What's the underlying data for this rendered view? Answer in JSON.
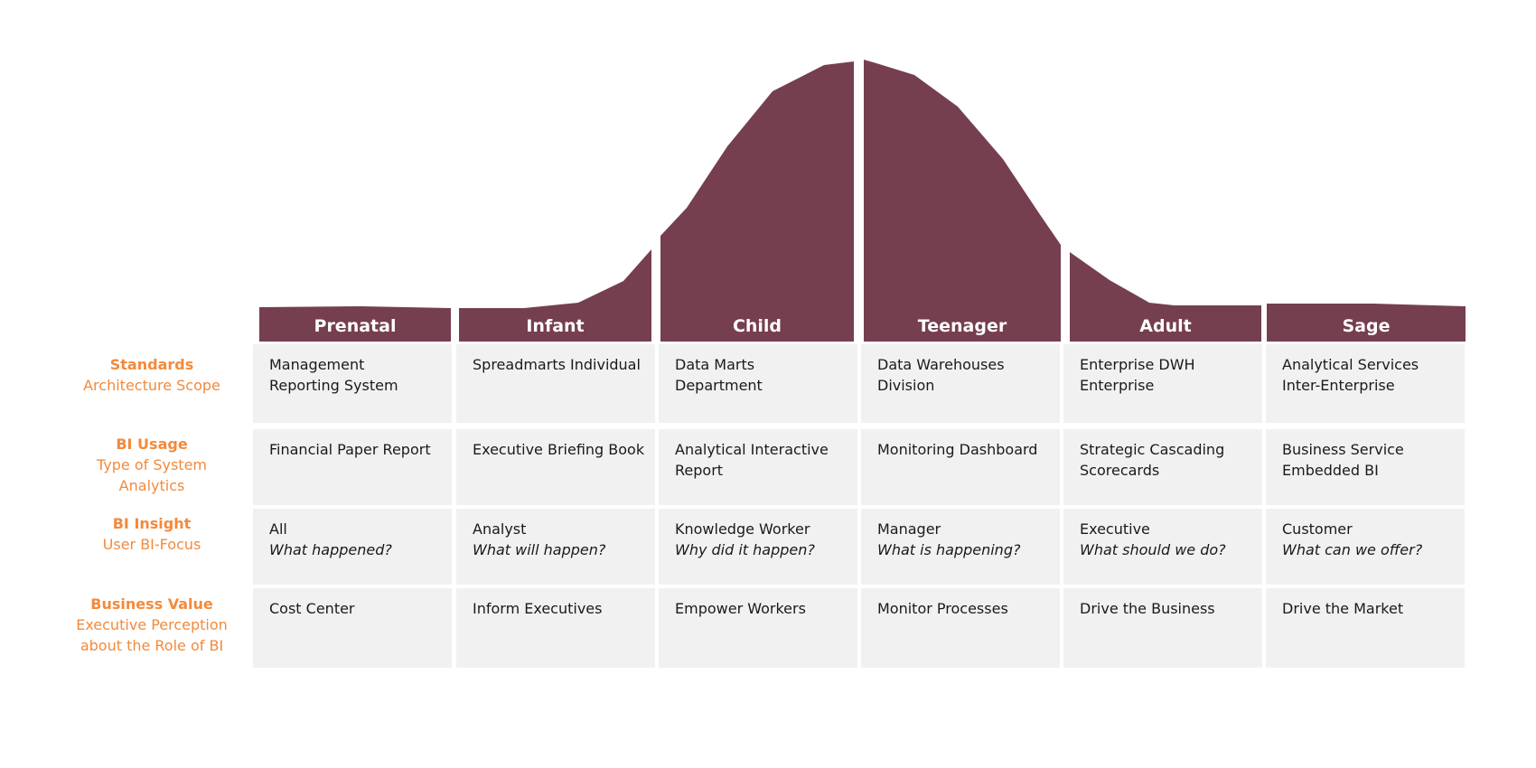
{
  "colors": {
    "curve": "#753f4f",
    "label": "#f28a3c",
    "cell_bg": "#f1f1f1",
    "text": "#1a1a1a"
  },
  "stages": [
    "Prenatal",
    "Infant",
    "Child",
    "Teenager",
    "Adult",
    "Sage"
  ],
  "rows": [
    {
      "title": "Standards",
      "subtitle": "Architecture Scope",
      "cells": [
        [
          "Management",
          "Reporting System"
        ],
        [
          "Spreadmarts Individual"
        ],
        [
          "Data Marts",
          "Department"
        ],
        [
          "Data Warehouses",
          "Division"
        ],
        [
          "Enterprise DWH",
          "Enterprise"
        ],
        [
          "Analytical Services",
          "Inter-Enterprise"
        ]
      ]
    },
    {
      "title": "BI Usage",
      "subtitle": "Type of System Analytics",
      "cells": [
        [
          "Financial Paper Report"
        ],
        [
          "Executive Briefing Book"
        ],
        [
          "Analytical Interactive",
          "Report"
        ],
        [
          "Monitoring Dashboard"
        ],
        [
          "Strategic Cascading",
          "Scorecards"
        ],
        [
          "Business Service",
          "Embedded BI"
        ]
      ]
    },
    {
      "title": "BI Insight",
      "subtitle": "User BI-Focus",
      "cells": [
        [
          "All",
          "What happened?"
        ],
        [
          "Analyst",
          "What will happen?"
        ],
        [
          "Knowledge Worker",
          "Why did it happen?"
        ],
        [
          "Manager",
          "What is happening?"
        ],
        [
          "Executive",
          "What should we do?"
        ],
        [
          "Customer",
          "What can we offer?"
        ]
      ]
    },
    {
      "title": "Business Value",
      "subtitle": "Executive Perception about the Role of BI",
      "cells": [
        [
          "Cost Center"
        ],
        [
          "Inform Executives"
        ],
        [
          "Empower Workers"
        ],
        [
          "Monitor Processes"
        ],
        [
          "Drive the Business"
        ],
        [
          "Drive the Market"
        ]
      ]
    }
  ]
}
